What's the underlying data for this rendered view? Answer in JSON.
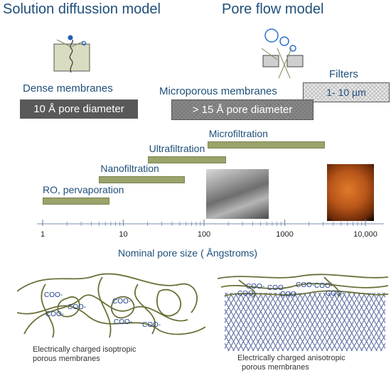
{
  "titles": {
    "left": "Solution diffussion model",
    "right": "Pore flow model"
  },
  "labels": {
    "dense_membranes": "Dense membranes",
    "dense_pore": "10 Å pore diameter",
    "microporous_membranes": "Microporous membranes",
    "micro_pore": "> 15 Å pore diameter",
    "filters": "Filters",
    "filters_range": "1- 10 µm"
  },
  "bars": [
    {
      "label": "RO, pervaporation",
      "from": 1,
      "to": 6.5
    },
    {
      "label": "Nanofiltration",
      "from": 5,
      "to": 55
    },
    {
      "label": "Ultrafiltration",
      "from": 20,
      "to": 180
    },
    {
      "label": "Microfiltration",
      "from": 110,
      "to": 3000
    }
  ],
  "axis": {
    "title": "Nominal pore size ( Ångstroms)",
    "ticks": [
      {
        "value": 1,
        "label": "1"
      },
      {
        "value": 10,
        "label": "10"
      },
      {
        "value": 100,
        "label": "100"
      },
      {
        "value": 1000,
        "label": "1000"
      },
      {
        "value": 10000,
        "label": "10,000"
      }
    ],
    "scale": "log"
  },
  "bottom": {
    "left_caption": [
      "Electrically charged  isoptropic",
      "porous membranes"
    ],
    "right_caption": [
      "Electrically charged anisotropic",
      "porous membranes"
    ],
    "coo": "COO-"
  },
  "colors": {
    "title_blue": "#1f4f7a",
    "bar_green": "#9aa36a",
    "dark_box": "#595959",
    "fiber": "#6b7038",
    "coo_blue": "#1f3f8a"
  }
}
